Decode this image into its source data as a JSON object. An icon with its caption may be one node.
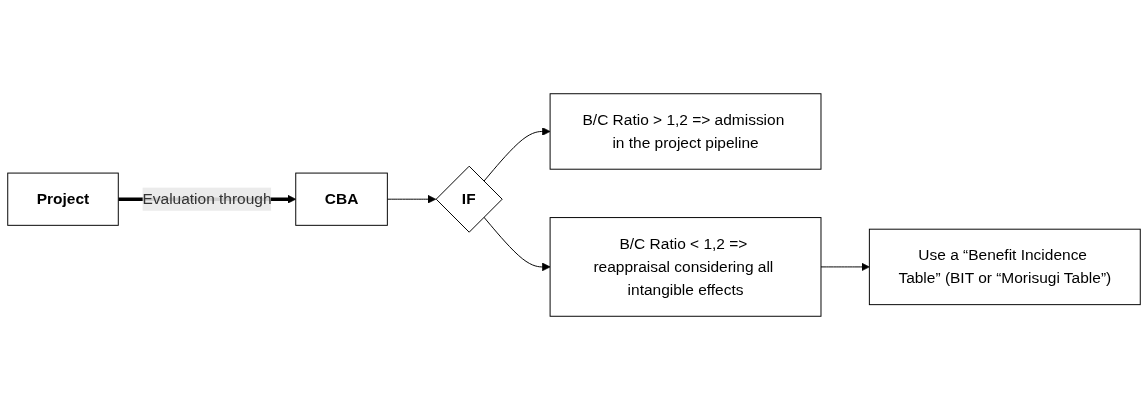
{
  "diagram": {
    "nodes": [
      {
        "text": [
          "Project"
        ]
      },
      {
        "text": [
          "CBA"
        ]
      },
      {
        "text": [
          "IF"
        ]
      },
      {
        "text": [
          "B/C Ratio > 1,2 => admission in the project pipeline"
        ]
      },
      {
        "text": [
          "B/C Ratio < 1,2 => reappraisal considering all intangible effects"
        ]
      },
      {
        "text": [
          "Use a “Benefit Incidence Table” (BIT or “Morisugi Table”)"
        ]
      }
    ],
    "edges": [
      {
        "from": 0,
        "to": 1,
        "arrow": "to",
        "label": "Evaluation through",
        "style": "thick"
      },
      {
        "from": 1,
        "to": 2,
        "arrow": "to"
      },
      {
        "from": 2,
        "to": 3,
        "arrow": "to"
      },
      {
        "from": 2,
        "to": 4,
        "arrow": "to"
      },
      {
        "from": 4,
        "to": 5,
        "arrow": "to"
      }
    ]
  }
}
